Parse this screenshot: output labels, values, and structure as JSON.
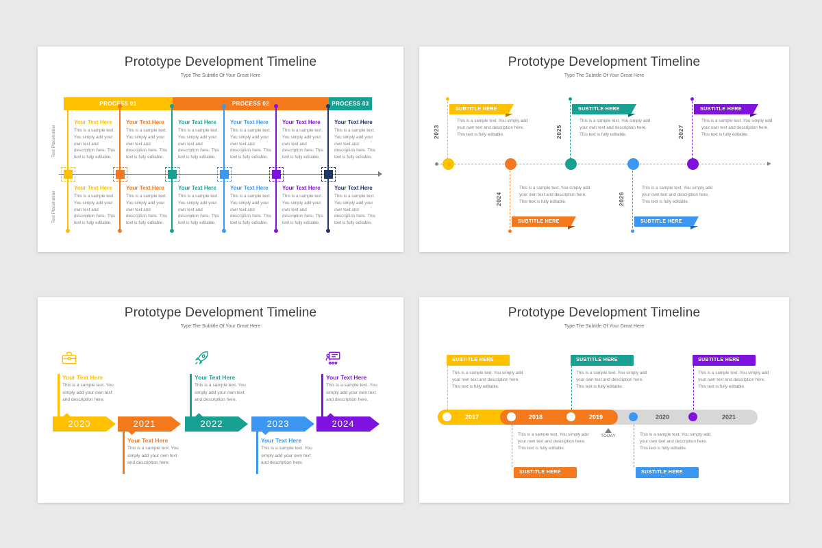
{
  "page": {
    "background": "#e9e9ea",
    "slide_background": "#ffffff"
  },
  "palette": {
    "yellow": "#FFC000",
    "orange": "#F4791D",
    "teal": "#18A193",
    "blue": "#3B97F1",
    "purple": "#8012E0",
    "navy": "#1F3864",
    "gray_track": "#D7D7D7",
    "axis_gray": "#7F7F7F",
    "title_text": "#3B3B3B",
    "body_text": "#828282"
  },
  "common": {
    "title": "Prototype Development Timeline",
    "subtitle": "Type The Subtitle Of Your Great Here"
  },
  "strings": {
    "heading": "Your Text Here",
    "banner": "SUBTITLE HERE",
    "body_long": "This is a sample text. You simply add your own text and description here. This text is fully editable.",
    "body_short": "This is a sample text. You simply add your own text and description here."
  },
  "slide1": {
    "processes": [
      "PROCESS 01",
      "PROCESS 02",
      "PROCESS 03"
    ],
    "side_labels": [
      "Text Placeholder",
      "Text Placeholder"
    ],
    "column_colors": [
      "yellow",
      "orange",
      "teal",
      "blue",
      "purple",
      "navy"
    ]
  },
  "slide2": {
    "items": [
      {
        "year": "2023",
        "color": "yellow",
        "side": "top"
      },
      {
        "year": "2024",
        "color": "orange",
        "side": "bottom"
      },
      {
        "year": "2025",
        "color": "teal",
        "side": "top"
      },
      {
        "year": "2026",
        "color": "blue",
        "side": "bottom"
      },
      {
        "year": "2027",
        "color": "purple",
        "side": "top"
      }
    ]
  },
  "slide3": {
    "milestones": [
      {
        "year": "2020",
        "color": "yellow",
        "icon": "briefcase-icon",
        "side": "top"
      },
      {
        "year": "2021",
        "color": "orange",
        "icon": "",
        "side": "bottom"
      },
      {
        "year": "2022",
        "color": "teal",
        "icon": "rocket-icon",
        "side": "top"
      },
      {
        "year": "2023",
        "color": "blue",
        "icon": "",
        "side": "bottom"
      },
      {
        "year": "2024",
        "color": "purple",
        "icon": "presentation-icon",
        "side": "top"
      }
    ]
  },
  "slide4": {
    "bar_years": [
      {
        "year": "2017",
        "segment": "yellow"
      },
      {
        "year": "2018",
        "segment": "orange"
      },
      {
        "year": "2019",
        "segment": "orange"
      },
      {
        "year": "2020",
        "segment": "gray"
      },
      {
        "year": "2021",
        "segment": "gray"
      }
    ],
    "today_label": "TODAY",
    "top_callout_colors": [
      "yellow",
      "teal",
      "purple"
    ],
    "bottom_callout_colors": [
      "orange",
      "blue"
    ]
  }
}
